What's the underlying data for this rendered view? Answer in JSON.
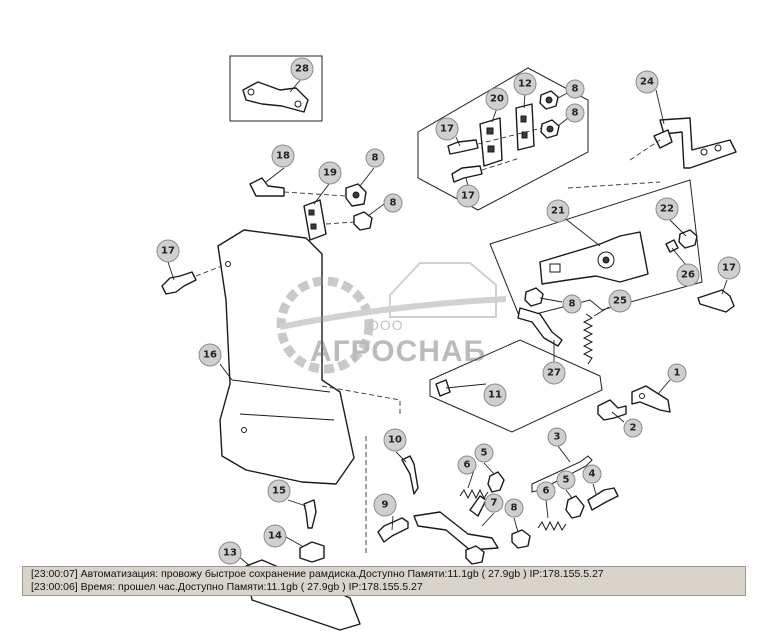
{
  "callouts": [
    {
      "id": "c1",
      "label": "1"
    },
    {
      "id": "c2",
      "label": "2"
    },
    {
      "id": "c3",
      "label": "3"
    },
    {
      "id": "c4",
      "label": "4"
    },
    {
      "id": "c5a",
      "label": "5"
    },
    {
      "id": "c5b",
      "label": "5"
    },
    {
      "id": "c6a",
      "label": "6"
    },
    {
      "id": "c6b",
      "label": "6"
    },
    {
      "id": "c7",
      "label": "7"
    },
    {
      "id": "c8a",
      "label": "8"
    },
    {
      "id": "c8b",
      "label": "8"
    },
    {
      "id": "c8c",
      "label": "8"
    },
    {
      "id": "c8d",
      "label": "8"
    },
    {
      "id": "c8e",
      "label": "8"
    },
    {
      "id": "c8f",
      "label": "8"
    },
    {
      "id": "c9",
      "label": "9"
    },
    {
      "id": "c10",
      "label": "10"
    },
    {
      "id": "c11",
      "label": "11"
    },
    {
      "id": "c12",
      "label": "12"
    },
    {
      "id": "c13",
      "label": "13"
    },
    {
      "id": "c14",
      "label": "14"
    },
    {
      "id": "c15",
      "label": "15"
    },
    {
      "id": "c16",
      "label": "16"
    },
    {
      "id": "c17a",
      "label": "17"
    },
    {
      "id": "c17b",
      "label": "17"
    },
    {
      "id": "c17c",
      "label": "17"
    },
    {
      "id": "c17d",
      "label": "17"
    },
    {
      "id": "c18",
      "label": "18"
    },
    {
      "id": "c19",
      "label": "19"
    },
    {
      "id": "c20",
      "label": "20"
    },
    {
      "id": "c21",
      "label": "21"
    },
    {
      "id": "c22",
      "label": "22"
    },
    {
      "id": "c24",
      "label": "24"
    },
    {
      "id": "c25",
      "label": "25"
    },
    {
      "id": "c26",
      "label": "26"
    },
    {
      "id": "c27",
      "label": "27"
    },
    {
      "id": "c28",
      "label": "28"
    }
  ],
  "watermark": {
    "company": "ООО",
    "brand": "АГРОСНАБ"
  },
  "log": {
    "lines": [
      "[23:00:07]  Автоматизация: провожу быстрое сохранение рамдиска.Доступно Памяти:11.1gb  ( 27.9gb ) IP:178.155.5.27",
      "[23:00:06]  Время: прошел час.Доступно Памяти:11.1gb  ( 27.9gb ) IP:178.155.5.27"
    ]
  },
  "colors": {
    "callout_fill": "#cfcfcf",
    "log_background": "#d8d4cc",
    "line": "#1a1a1a"
  }
}
